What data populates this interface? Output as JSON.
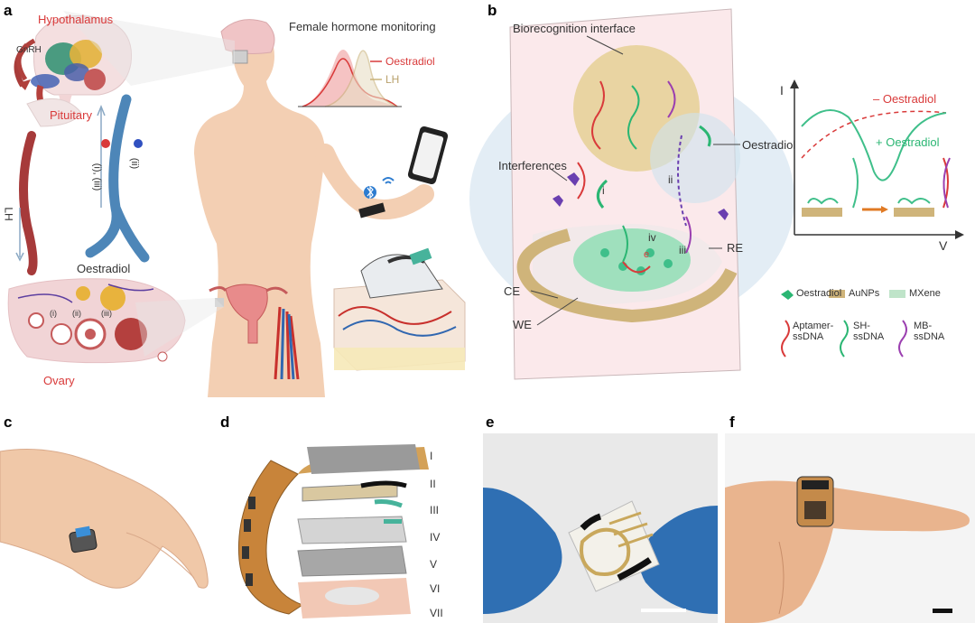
{
  "panels": {
    "a": "a",
    "b": "b",
    "c": "c",
    "d": "d",
    "e": "e",
    "f": "f"
  },
  "panel_a": {
    "hypothalamus": "Hypothalamus",
    "gnrh": "GnRH",
    "pituitary": "Pituitary",
    "lh_side": "LH",
    "oestradiol": "Oestradiol",
    "ovary": "Ovary",
    "stage_i": "(i)",
    "stage_ii": "(ii)",
    "stage_iii": "(iii)",
    "path_left": "(i), (iii)",
    "path_right": "(ii)",
    "monitor_title": "Female hormone monitoring",
    "legend_oestradiol": "Oestradiol",
    "legend_lh": "LH"
  },
  "panel_b": {
    "biorecognition": "Biorecognition interface",
    "interferences": "Interferences",
    "oestradiol_arrow": "Oestradiol",
    "re": "RE",
    "ce": "CE",
    "we": "WE",
    "step_i": "i",
    "step_ii": "ii",
    "step_iii": "iii",
    "step_iv": "iv",
    "electron": "e",
    "graph_y": "I",
    "graph_x": "V",
    "minus_oestradiol": "– Oestradiol",
    "plus_oestradiol": "+ Oestradiol",
    "legend": {
      "oestradiol": "Oestradiol",
      "aunps": "AuNPs",
      "mxene": "MXene",
      "aptamer": "Aptamer-\nssDNA",
      "sh": "SH-\nssDNA",
      "mb": "MB-\nssDNA"
    }
  },
  "panel_d": {
    "layers": [
      "I",
      "II",
      "III",
      "IV",
      "V",
      "VI",
      "VII"
    ]
  },
  "colors": {
    "red": "#d93a3a",
    "green": "#2bb673",
    "tan": "#c9b27a",
    "blue_glove": "#2f6fb3",
    "skin": "#f3c9a8"
  }
}
